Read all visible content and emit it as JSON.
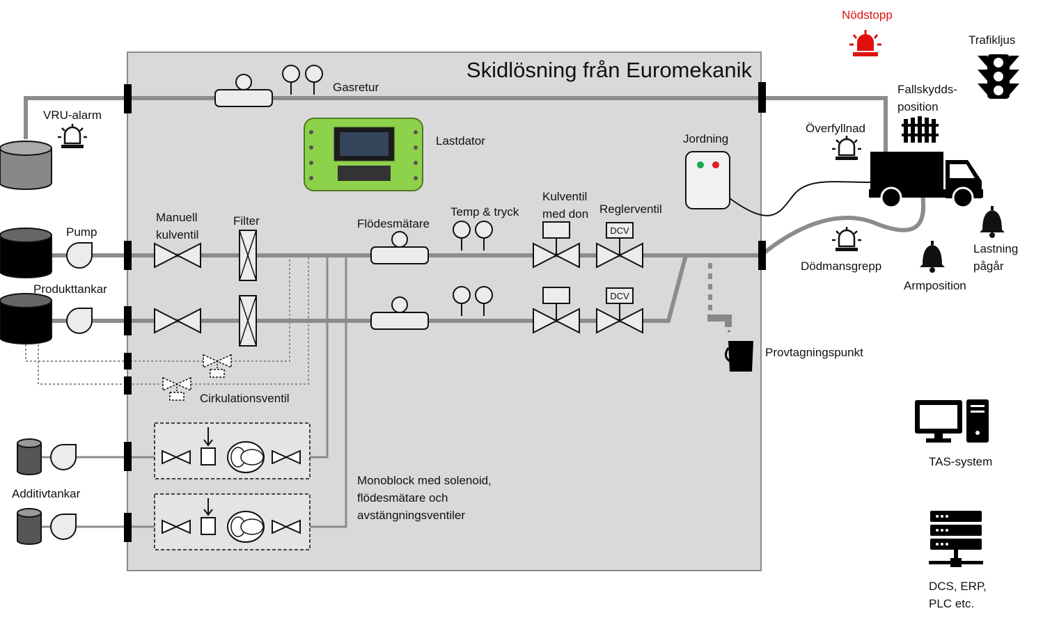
{
  "title": "Skidlösning från Euromekanik",
  "labels": {
    "gasretur": "Gasretur",
    "vru_alarm": "VRU-alarm",
    "lastdator": "Lastdator",
    "jordning": "Jordning",
    "pump": "Pump",
    "manuell_1": "Manuell",
    "manuell_2": "kulventil",
    "filter": "Filter",
    "flodesmatare": "Flödesmätare",
    "temp_tryck": "Temp & tryck",
    "kulventil_1": "Kulventil",
    "kulventil_2": "med don",
    "reglerventil": "Reglerventil",
    "produkttankar": "Produkttankar",
    "cirkulationsventil": "Cirkulationsventil",
    "additivtankar": "Additivtankar",
    "monoblock_1": "Monoblock med solenoid,",
    "monoblock_2": "flödesmätare och",
    "monoblock_3": "avstängningsventiler",
    "provtagningspunkt": "Provtagningspunkt",
    "nodstopp": "Nödstopp",
    "trafikljus": "Trafikljus",
    "fallskydd_1": "Fallskydds-",
    "fallskydd_2": "position",
    "overfyllnad": "Överfyllnad",
    "dodmansgrepp": "Dödmansgrepp",
    "armposition": "Armposition",
    "lastning_1": "Lastning",
    "lastning_2": "pågår",
    "tas": "TAS-system",
    "dcs_1": "DCS, ERP,",
    "dcs_2": "PLC etc.",
    "dcv": "DCV"
  },
  "colors": {
    "pipe": "#8c8c8c",
    "skid_bg": "#d9d9d9",
    "alarm_red": "#e01010",
    "lastdator_green": "#8ed14a",
    "led_green": "#1aa84a",
    "led_red": "#e02020"
  },
  "icons": [
    "siren-icon",
    "traffic-light-icon",
    "truck-icon",
    "fence-icon",
    "bell-icon",
    "monitor-icon",
    "server-icon",
    "bucket-icon",
    "tap-icon",
    "tank-icon",
    "pump-icon",
    "ball-valve-icon",
    "filter-icon",
    "flowmeter-icon",
    "gauge-icon",
    "actuator-icon",
    "dcv-icon"
  ]
}
